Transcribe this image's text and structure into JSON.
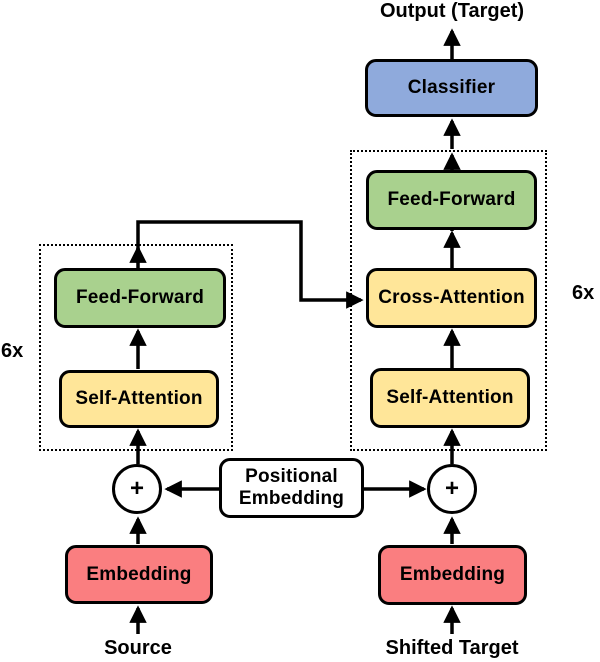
{
  "title": "Output (Target)",
  "nodes": {
    "classifier": {
      "label": "Classifier",
      "fill": "#8FAADC"
    },
    "ff_decoder": {
      "label": "Feed-Forward",
      "fill": "#A9D18E"
    },
    "cross_attention": {
      "label": "Cross-Attention",
      "fill": "#FFE699"
    },
    "sa_decoder": {
      "label": "Self-Attention",
      "fill": "#FFE699"
    },
    "ff_encoder": {
      "label": "Feed-Forward",
      "fill": "#A9D18E"
    },
    "sa_encoder": {
      "label": "Self-Attention",
      "fill": "#FFE699"
    },
    "embedding_left": {
      "label": "Embedding",
      "fill": "#FA7E80"
    },
    "embedding_right": {
      "label": "Embedding",
      "fill": "#FA7E80"
    },
    "positional": {
      "line1": "Positional",
      "line2": "Embedding",
      "fill": "#FFFFFF"
    }
  },
  "operators": {
    "plus_left": "+",
    "plus_right": "+"
  },
  "annotations": {
    "encoder_repeat": "6x",
    "decoder_repeat": "6x"
  },
  "inputs": {
    "source": "Source",
    "shifted_target": "Shifted Target"
  },
  "colors": {
    "line": "#000000",
    "classifier_blue": "#8FAADC",
    "feed_forward_green": "#A9D18E",
    "attention_yellow": "#FFE699",
    "embedding_red": "#FA7E80",
    "background": "#FFFFFF"
  }
}
